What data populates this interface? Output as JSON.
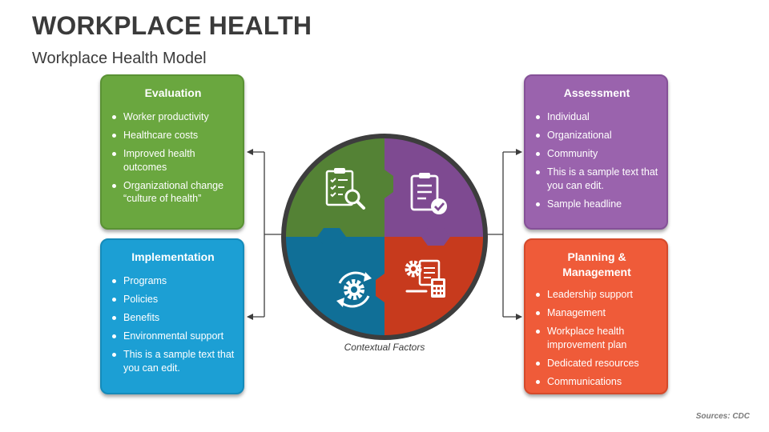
{
  "header": {
    "title": "WORKPLACE HEALTH",
    "subtitle": "Workplace Health Model"
  },
  "cards": {
    "evaluation": {
      "title": "Evaluation",
      "items": [
        "Worker productivity",
        "Healthcare costs",
        "Improved health outcomes",
        "Organizational change “culture of health”"
      ]
    },
    "implementation": {
      "title": "Implementation",
      "items": [
        "Programs",
        "Policies",
        "Benefits",
        "Environmental support",
        "This is a sample text that you can edit."
      ]
    },
    "assessment": {
      "title": "Assessment",
      "items": [
        "Individual",
        "Organizational",
        "Community",
        "This is a sample text that you can edit.",
        "Sample headline"
      ]
    },
    "planning": {
      "title": "Planning & Management",
      "items": [
        "Leadership support",
        "Management",
        "Workplace health improvement plan",
        "Dedicated resources",
        "Communications"
      ]
    }
  },
  "center": {
    "caption": "Contextual Factors"
  },
  "footer": {
    "source": "Sources: CDC"
  },
  "colors": {
    "green": "#6aa73f",
    "purple": "#9a63ad",
    "blue": "#1c9fd4",
    "orange": "#ef5b39",
    "puzzle_green": "#548235",
    "puzzle_purple": "#7e4a91",
    "puzzle_blue": "#106f97",
    "puzzle_red": "#c73a1d",
    "ring": "#3d3d3d"
  },
  "icons": {
    "top_left": "clipboard-magnifier-icon",
    "top_right": "clipboard-check-icon",
    "bottom_left": "gear-cycle-icon",
    "bottom_right": "gear-document-calculator-icon"
  }
}
